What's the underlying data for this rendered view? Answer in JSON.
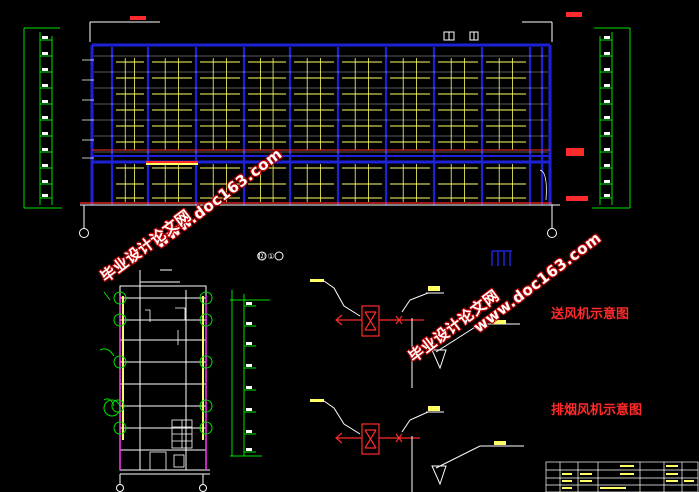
{
  "labels": {
    "supply_fan": "送风机示意图",
    "smoke_fan": "排烟风机示意图",
    "section_marker": "⑫ ①"
  },
  "watermarks": [
    {
      "url": "www.doc163.com",
      "cn": "毕业设计论文网"
    },
    {
      "url": "www.doc163.com",
      "cn": "毕业设计论文网"
    }
  ],
  "colors": {
    "background": "#000000",
    "frame_blue": "#1e22d6",
    "window_yellow": "#ffff66",
    "line_green": "#00e000",
    "accent_red": "#ff2a2a",
    "magenta": "#ff33ff",
    "white": "#ffffff"
  }
}
